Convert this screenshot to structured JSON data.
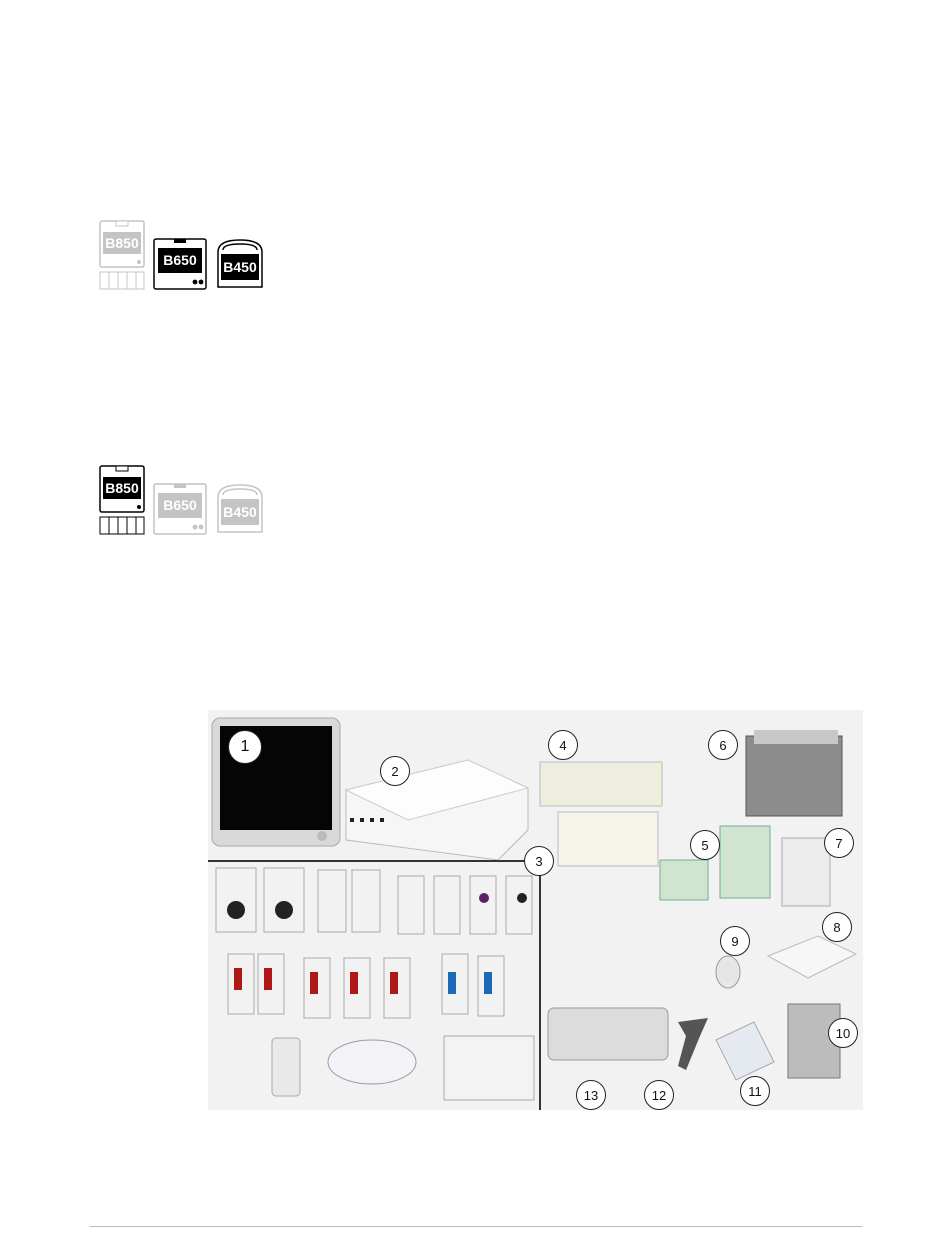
{
  "icons_row1": [
    {
      "model": "B850",
      "state": "inactive"
    },
    {
      "model": "B650",
      "state": "active"
    },
    {
      "model": "B450",
      "state": "active"
    }
  ],
  "icons_row2": [
    {
      "model": "B850",
      "state": "active"
    },
    {
      "model": "B650",
      "state": "inactive"
    },
    {
      "model": "B450",
      "state": "inactive"
    }
  ],
  "figure": {
    "callouts": [
      "1",
      "2",
      "3",
      "4",
      "5",
      "6",
      "7",
      "8",
      "9",
      "10",
      "11",
      "12",
      "13"
    ]
  },
  "colors": {
    "active": "#000000",
    "inactive": "#c4c4c4"
  }
}
